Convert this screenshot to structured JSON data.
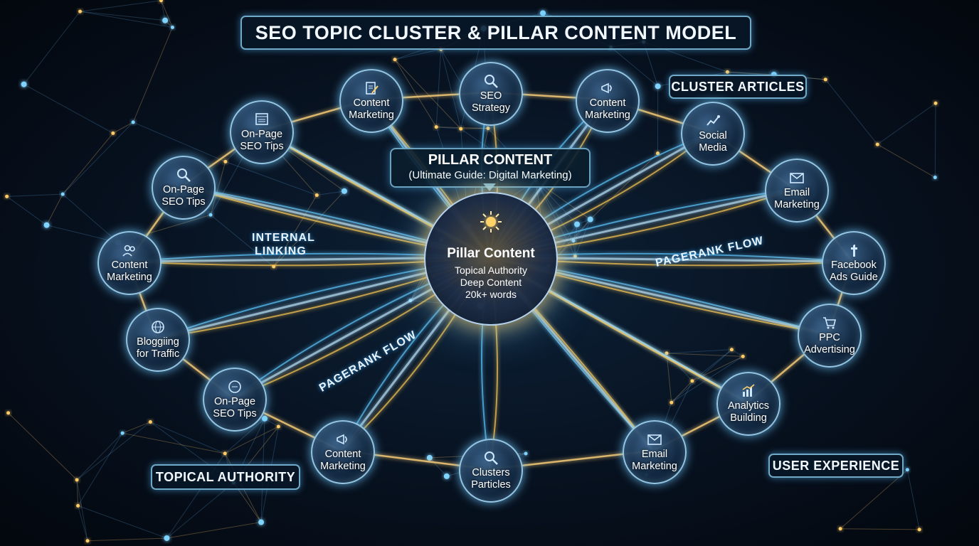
{
  "title": "SEO TOPIC CLUSTER & PILLAR CONTENT MODEL",
  "tags": {
    "cluster_articles": "CLUSTER ARTICLES",
    "topical_authority": "TOPICAL AUTHORITY",
    "user_experience": "USER EXPERIENCE"
  },
  "pillar_callout": {
    "heading": "PILLAR CONTENT",
    "sub": "(Ultimate Guide: Digital Marketing)"
  },
  "center": {
    "title": "Pillar Content",
    "lines": [
      "Topical Authority",
      "Deep Content",
      "20k+ words"
    ]
  },
  "flow_labels": {
    "internal_1": "INTERNAL",
    "internal_2": "LINKING",
    "pagerank_right": "PAGERANK FLOW",
    "pagerank_left": "PAGERANK FLOW"
  },
  "nodes": [
    {
      "key": "seo-strategy",
      "lines": [
        "SEO",
        "Strategy"
      ],
      "icon": "magnifier-icon"
    },
    {
      "key": "content-marketing-top-left",
      "lines": [
        "Content",
        "Marketing"
      ],
      "icon": "document-edit-icon"
    },
    {
      "key": "content-marketing-top-right",
      "lines": [
        "Content",
        "Marketing"
      ],
      "icon": "megaphone-icon"
    },
    {
      "key": "on-page-seo-tips-upper",
      "lines": [
        "On-Page",
        "SEO Tips"
      ],
      "icon": "browser-list-icon"
    },
    {
      "key": "social-media",
      "lines": [
        "Social",
        "Media"
      ],
      "icon": "trend-line-icon"
    },
    {
      "key": "on-page-seo-tips-mid",
      "lines": [
        "On-Page",
        "SEO Tips"
      ],
      "icon": "magnifier-icon"
    },
    {
      "key": "email-marketing-right",
      "lines": [
        "Email",
        "Marketing"
      ],
      "icon": "envelope-icon"
    },
    {
      "key": "content-marketing-left",
      "lines": [
        "Content",
        "Marketing"
      ],
      "icon": "people-icon"
    },
    {
      "key": "facebook-ads-guide",
      "lines": [
        "Facebook",
        "Ads Guide"
      ],
      "icon": "facebook-icon"
    },
    {
      "key": "blogging-for-traffic",
      "lines": [
        "Bloggiing",
        "for Traffic"
      ],
      "icon": "globe-icon"
    },
    {
      "key": "ppc-advertising",
      "lines": [
        "PPC",
        "Advertising"
      ],
      "icon": "cart-icon"
    },
    {
      "key": "on-page-seo-tips-lower",
      "lines": [
        "On-Page",
        "SEO Tips"
      ],
      "icon": "seo-badge-icon"
    },
    {
      "key": "analytics-building",
      "lines": [
        "Analytics",
        "Building"
      ],
      "icon": "bar-chart-icon"
    },
    {
      "key": "content-marketing-bottom",
      "lines": [
        "Content",
        "Marketing"
      ],
      "icon": "megaphone-icon"
    },
    {
      "key": "email-marketing-bottom",
      "lines": [
        "Email",
        "Marketing"
      ],
      "icon": "envelope-icon"
    },
    {
      "key": "clusters-particles",
      "lines": [
        "Clusters",
        "Particles"
      ],
      "icon": "magnifier-icon"
    }
  ],
  "colors": {
    "blue_glow": "#5ec8ff",
    "gold_glow": "#ffcc55",
    "background": "#07111f"
  }
}
